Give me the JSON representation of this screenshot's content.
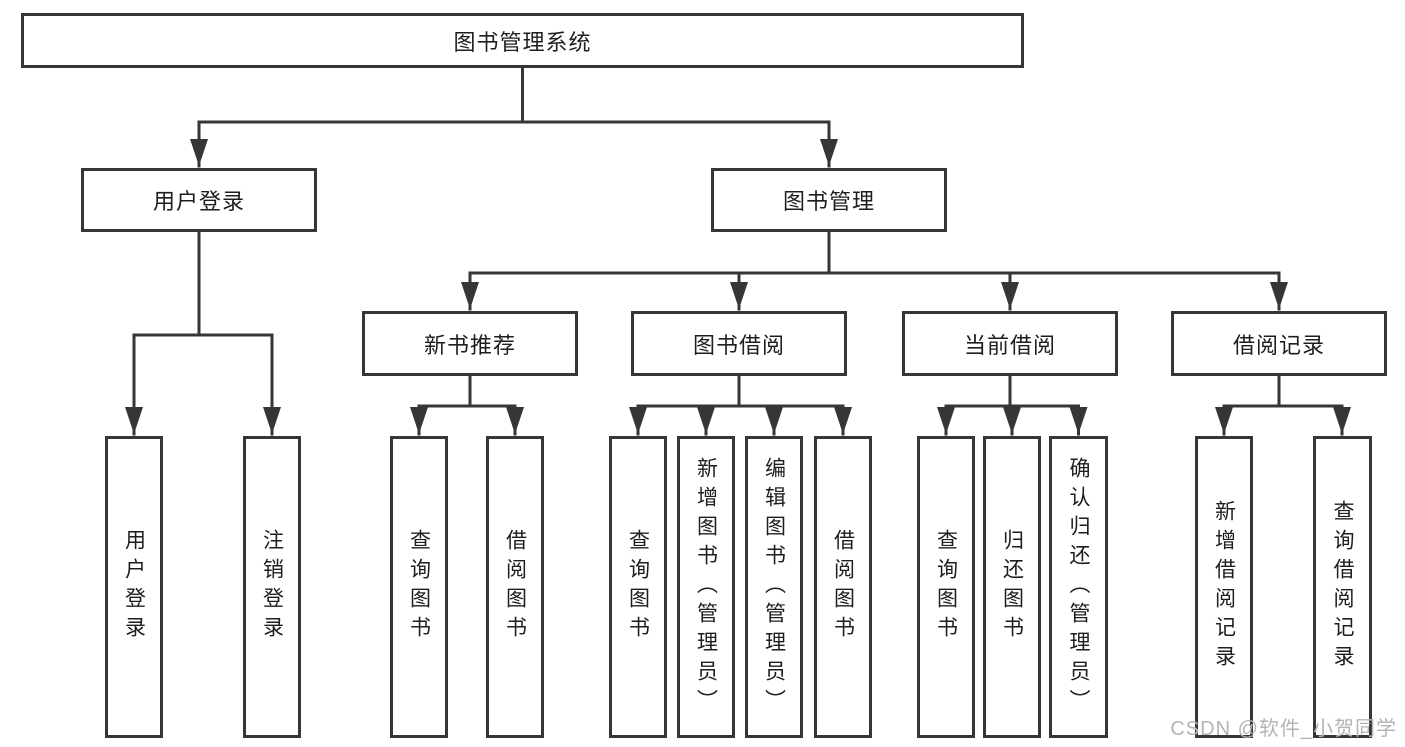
{
  "diagram": {
    "root": {
      "label": "图书管理系统"
    },
    "branches": {
      "user_login": {
        "label": "用户登录",
        "leaves": [
          {
            "label": "用户登录"
          },
          {
            "label": "注销登录"
          }
        ]
      },
      "book_management": {
        "label": "图书管理",
        "groups": [
          {
            "label": "新书推荐",
            "leaves": [
              {
                "label": "查询图书"
              },
              {
                "label": "借阅图书"
              }
            ]
          },
          {
            "label": "图书借阅",
            "leaves": [
              {
                "label": "查询图书"
              },
              {
                "label": "新增图书（管理员）"
              },
              {
                "label": "编辑图书（管理员）"
              },
              {
                "label": "借阅图书"
              }
            ]
          },
          {
            "label": "当前借阅",
            "leaves": [
              {
                "label": "查询图书"
              },
              {
                "label": "归还图书"
              },
              {
                "label": "确认归还（管理员）"
              }
            ]
          },
          {
            "label": "借阅记录",
            "leaves": [
              {
                "label": "新增借阅记录"
              },
              {
                "label": "查询借阅记录"
              }
            ]
          }
        ]
      }
    }
  },
  "watermark": {
    "text": "CSDN @软件_小贺同学"
  },
  "colors": {
    "line": "#363636",
    "box_border": "#363636",
    "text": "#1e1e1e",
    "watermark": "#b4b4b8",
    "background": "#ffffff"
  }
}
